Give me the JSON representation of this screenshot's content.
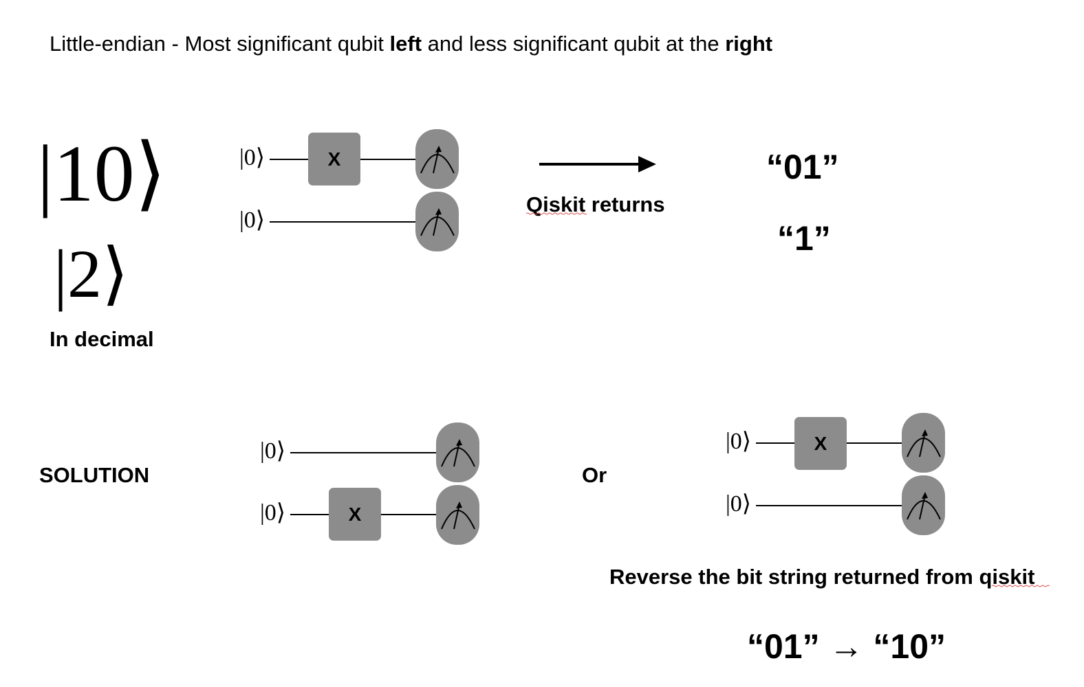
{
  "header": {
    "part1": "Little-endian  -  Most significant qubit ",
    "bold1": "left",
    "part2": " and less significant qubit at the ",
    "bold2": "right"
  },
  "state": {
    "binary": "|10⟩",
    "decimal": "|2⟩",
    "decimal_caption": "In decimal"
  },
  "circuit_top": {
    "q0_label": "|0⟩",
    "q1_label": "|0⟩",
    "gate": "X"
  },
  "qiskit": {
    "caption": "Qiskit returns",
    "result_1": "“01”",
    "result_2": "“1”"
  },
  "solution": {
    "label": "SOLUTION",
    "circuit_a": {
      "q0_label": "|0⟩",
      "q1_label": "|0⟩",
      "gate": "X"
    },
    "or_label": "Or",
    "circuit_b": {
      "q0_label": "|0⟩",
      "q1_label": "|0⟩",
      "gate": "X"
    },
    "reverse_note": "Reverse the bit string returned from qiskit",
    "mapping": "“01” → “10”"
  },
  "colors": {
    "gate_fill": "#8c8c8c",
    "spellcheck_underline": "#d9534f"
  }
}
